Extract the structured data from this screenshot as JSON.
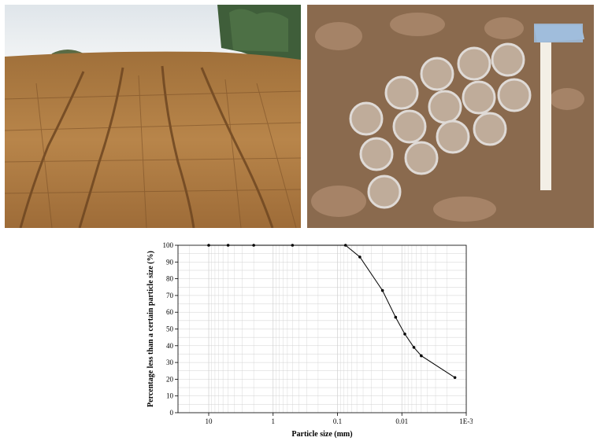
{
  "images": {
    "left": {
      "icon": "eroded-soil-slope-photo"
    },
    "right": {
      "icon": "soil-sample-rings-and-hammer-photo"
    }
  },
  "colors": {
    "grid": "#d0d0d0",
    "line": "#000000",
    "soil": "#b07a3c",
    "sky": "#e8ecef"
  },
  "chart_data": {
    "type": "line",
    "x_scale": "log",
    "x_reversed": true,
    "xlabel": "Particle size (mm)",
    "ylabel": "Percentage less than a certain particle size (%)",
    "xlim": [
      30,
      0.001
    ],
    "ylim": [
      0,
      100
    ],
    "x_ticks": [
      {
        "value": 10,
        "label": "10"
      },
      {
        "value": 1,
        "label": "1"
      },
      {
        "value": 0.1,
        "label": "0.1"
      },
      {
        "value": 0.01,
        "label": "0.01"
      },
      {
        "value": 0.001,
        "label": "1E-3"
      }
    ],
    "y_ticks": [
      0,
      10,
      20,
      30,
      40,
      50,
      60,
      70,
      80,
      90,
      100
    ],
    "grid": true,
    "series": [
      {
        "x": [
          10,
          5,
          2,
          0.5,
          0.075,
          0.045,
          0.02,
          0.0125,
          0.009,
          0.0065,
          0.005,
          0.0015
        ],
        "y": [
          100,
          100,
          100,
          100,
          100,
          93,
          73,
          57,
          47,
          39,
          34,
          21
        ]
      }
    ]
  }
}
